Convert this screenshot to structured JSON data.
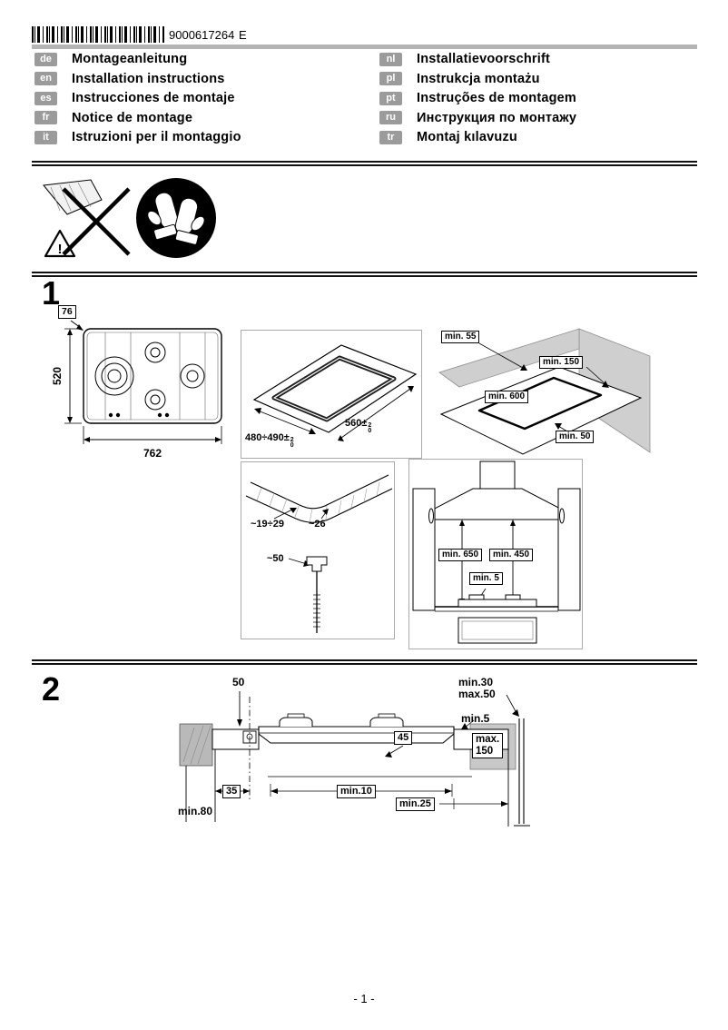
{
  "colors": {
    "badge_gray": "#9b9b9b",
    "wall_gray": "#cfcfcf"
  },
  "header": {
    "barcode_number": "9000617264",
    "revision": "E"
  },
  "languages": {
    "left": [
      {
        "code": "de",
        "label": "Montageanleitung"
      },
      {
        "code": "en",
        "label": "Installation instructions"
      },
      {
        "code": "es",
        "label": "Instrucciones de montaje"
      },
      {
        "code": "fr",
        "label": "Notice de montage"
      },
      {
        "code": "it",
        "label": "Istruzioni per il montaggio"
      }
    ],
    "right": [
      {
        "code": "nl",
        "label": "Installatievoorschrift"
      },
      {
        "code": "pl",
        "label": "Instrukcja montażu"
      },
      {
        "code": "pt",
        "label": "Instruções de montagem"
      },
      {
        "code": "ru",
        "label": "Инструкция по монтажу"
      },
      {
        "code": "tr",
        "label": "Montaj kılavuzu"
      }
    ]
  },
  "icons": {
    "warning_mark": "!"
  },
  "section1": {
    "number": "1",
    "figure_hob": {
      "badge": "76",
      "depth": "520",
      "width": "762"
    },
    "figure_cutout": {
      "depth": "480÷490±",
      "depth_tol_plus": "2",
      "depth_tol_minus": "0",
      "width": "560±",
      "width_tol_plus": "2",
      "width_tol_minus": "0"
    },
    "figure_clearances": {
      "rear": "min. 55",
      "side": "min. 150",
      "width": "min. 600",
      "front": "min. 50"
    },
    "figure_corner": {
      "radius": "~19÷29",
      "edge": "~26",
      "depth": "~50"
    },
    "figure_hood": {
      "hood_distance": "min. 650",
      "cabinet_distance": "min. 450",
      "gap": "min. 5"
    }
  },
  "section2": {
    "number": "2",
    "labels": {
      "top_gap": "50",
      "right_top_1": "min.30",
      "right_top_2": "max.50",
      "right_gap": "min.5",
      "inner": "45",
      "block_line1": "max.",
      "block_line2": "150",
      "left_gap": "35",
      "bottom_center": "min.10",
      "bottom_right": "min.25",
      "left_depth": "min.80"
    }
  },
  "footer": {
    "page_number": "- 1 -"
  }
}
